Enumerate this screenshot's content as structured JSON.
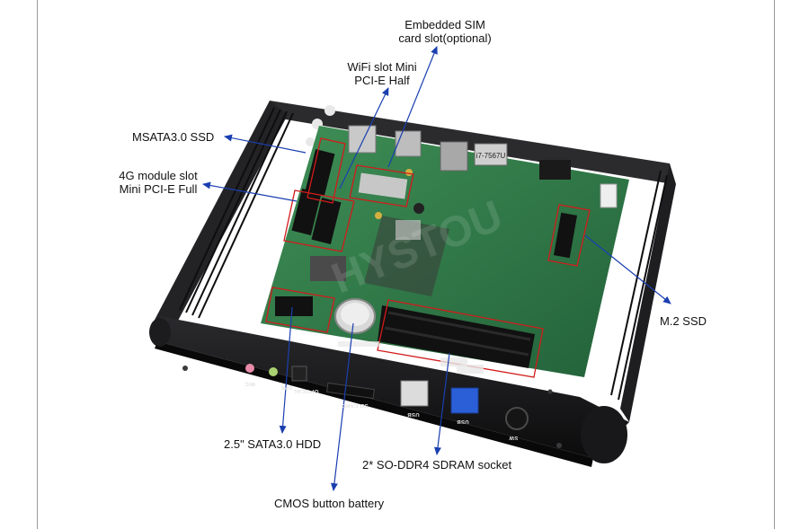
{
  "callouts": {
    "sim": {
      "line1": "Embedded SIM",
      "line2": "card slot(optional)"
    },
    "wifi": {
      "line1": "WiFi slot Mini",
      "line2": "PCI-E Half"
    },
    "msata": {
      "line1": "MSATA3.0 SSD"
    },
    "module4g": {
      "line1": "4G module slot",
      "line2": "Mini PCI-E Full"
    },
    "m2": {
      "line1": "M.2 SSD"
    },
    "hdd": {
      "line1": "2.5\" SATA3.0 HDD"
    },
    "ddr": {
      "line1": "2* SO-DDR4 SDRAM socket"
    },
    "cmos": {
      "line1": "CMOS button battery"
    }
  },
  "ports": {
    "mic": "MIC",
    "spk": "SPK",
    "optical": "OPTICAL",
    "sdcard": "SD CARD",
    "usb1": "USB",
    "usb2": "USB",
    "sw": "SW"
  },
  "board": {
    "cpu_label": "i7-7567U"
  },
  "colors": {
    "arrow": "#1a3fb0",
    "highlight": "#d21b1b",
    "chassis": "#1b1b1d",
    "pcb": "#2f7a45"
  }
}
